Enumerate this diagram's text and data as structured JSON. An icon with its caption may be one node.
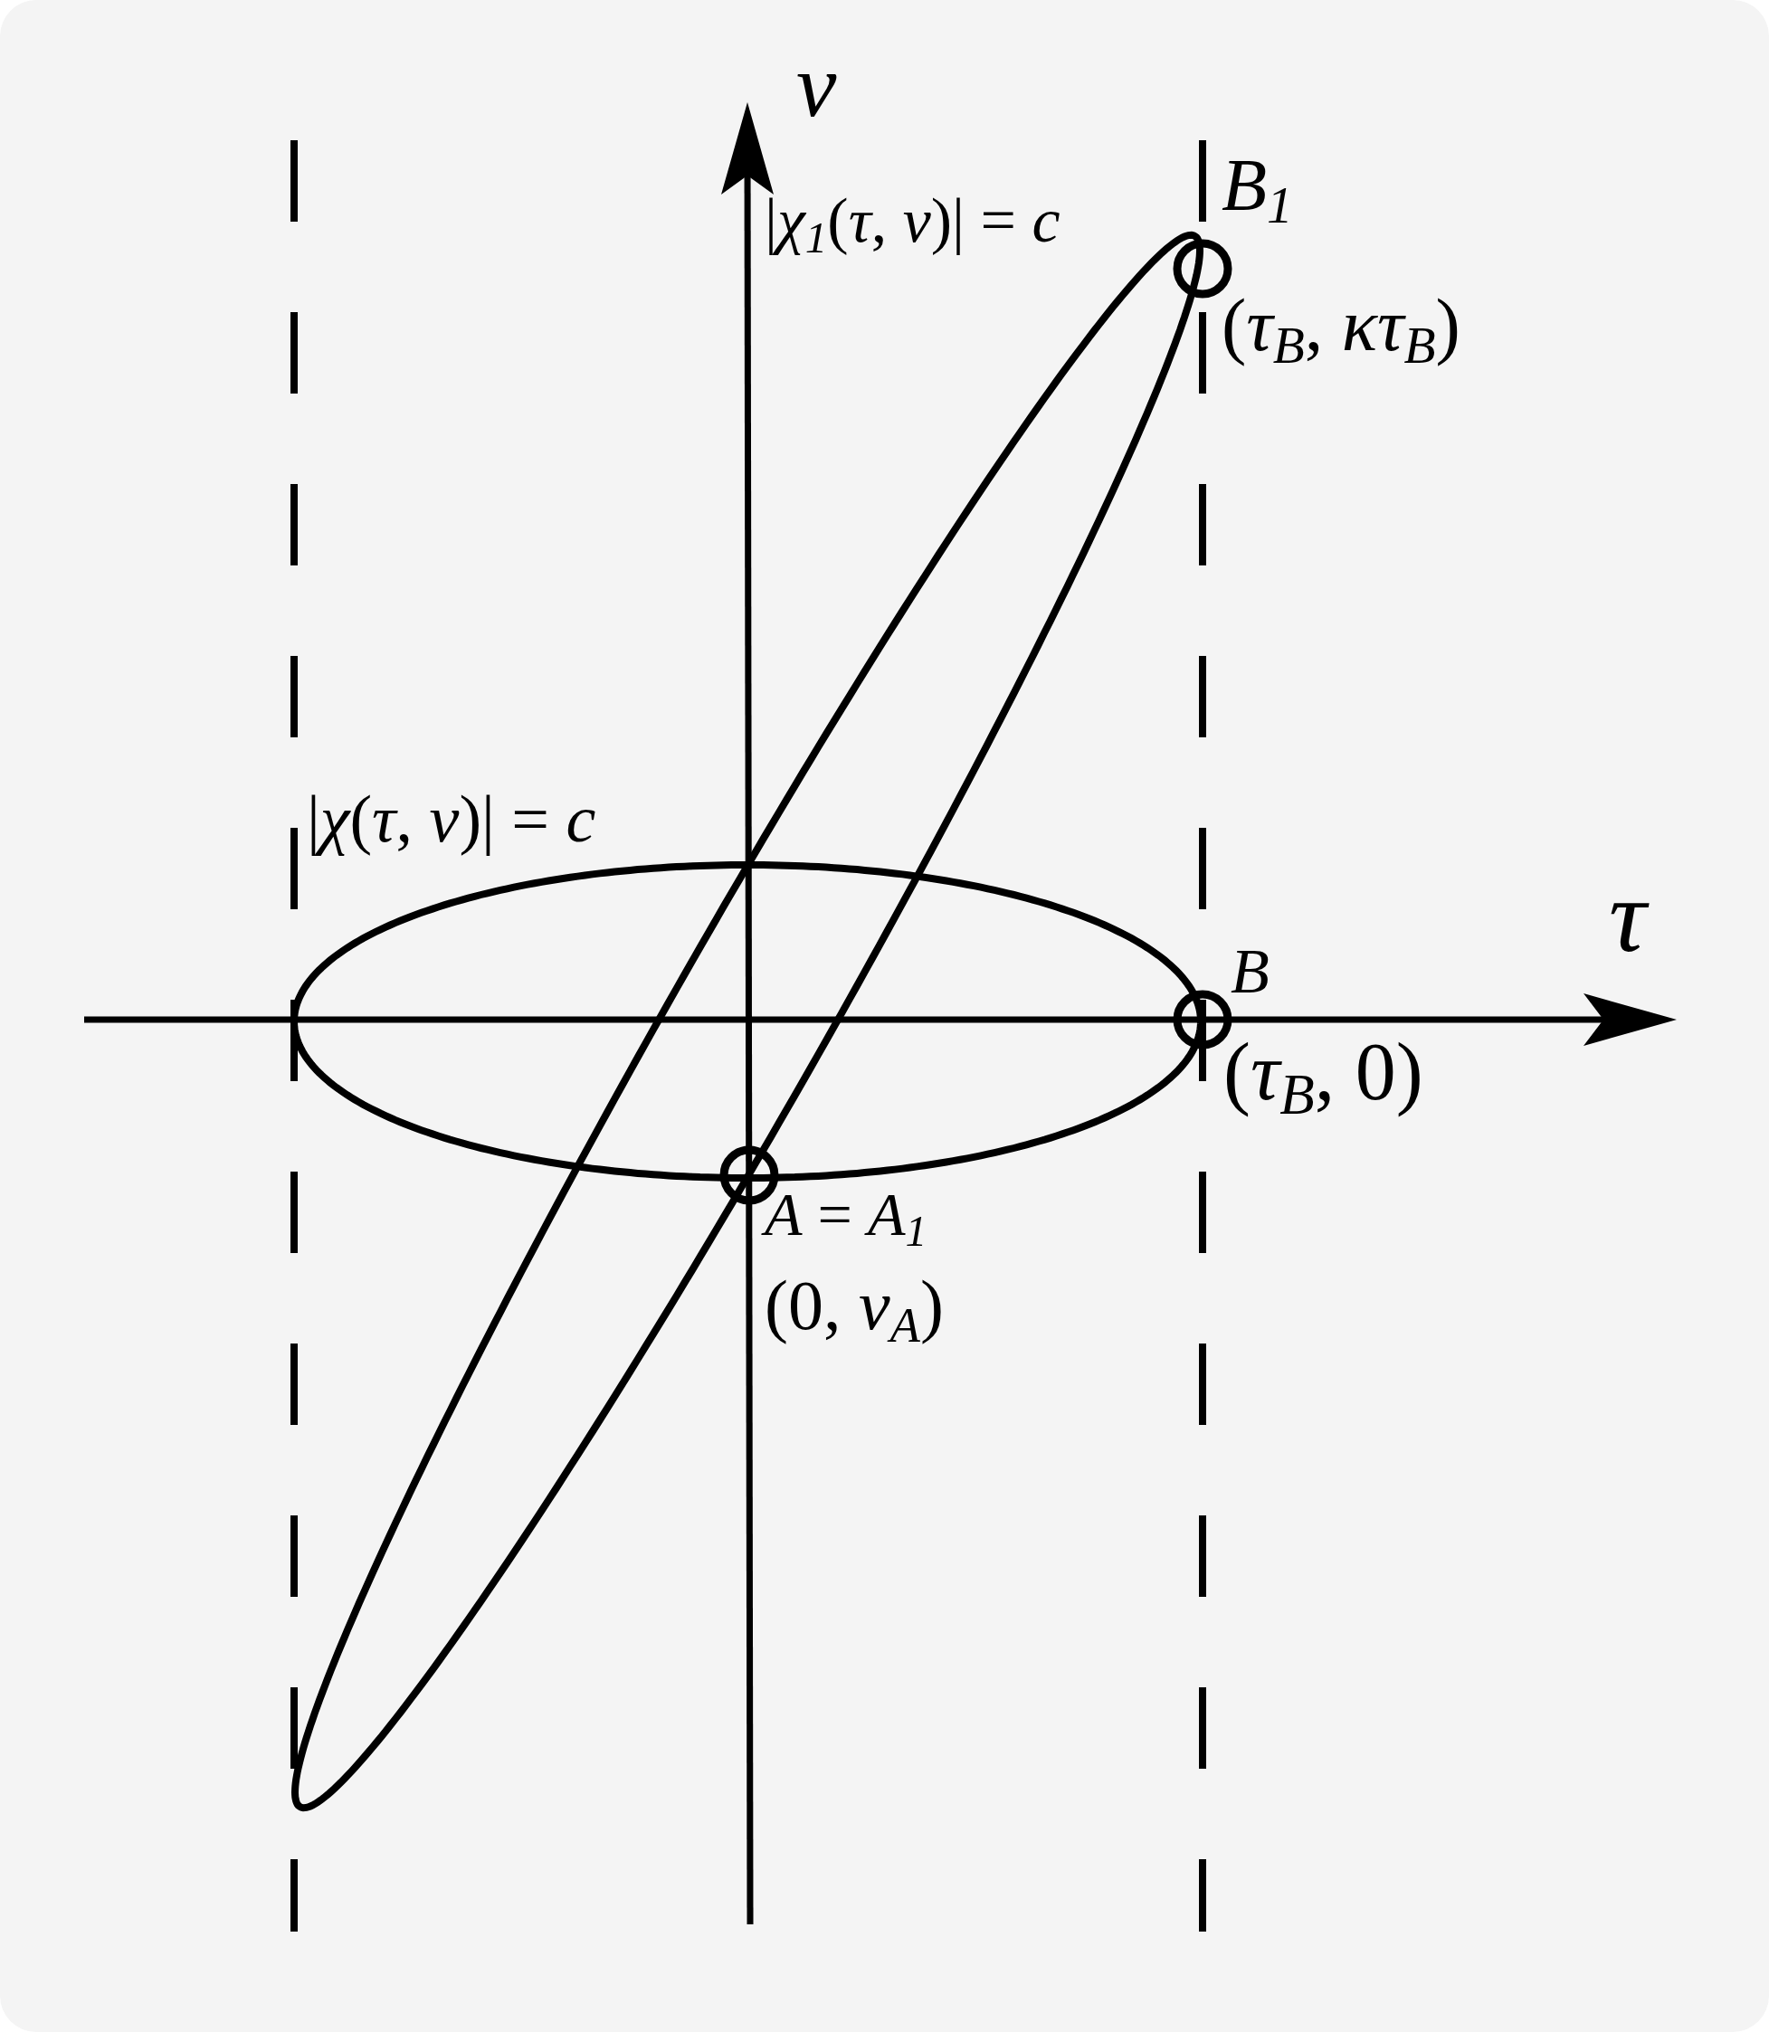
{
  "diagram": {
    "labels": [
      "*ν*",
      "|*χ*$_{1}$(*τ*, *ν*)| = *c*",
      "*B*$_{1}$",
      "(*τ*$_{B}$, *κτ*$_{B}$)",
      "|*χ*(*τ*, *ν*)| = *c*",
      "*τ*",
      "*B*",
      "(*τ*$_{B}$, 0)",
      "*A* = *A*$_{1}$",
      "(0, *ν*$_{A}$)"
    ]
  }
}
